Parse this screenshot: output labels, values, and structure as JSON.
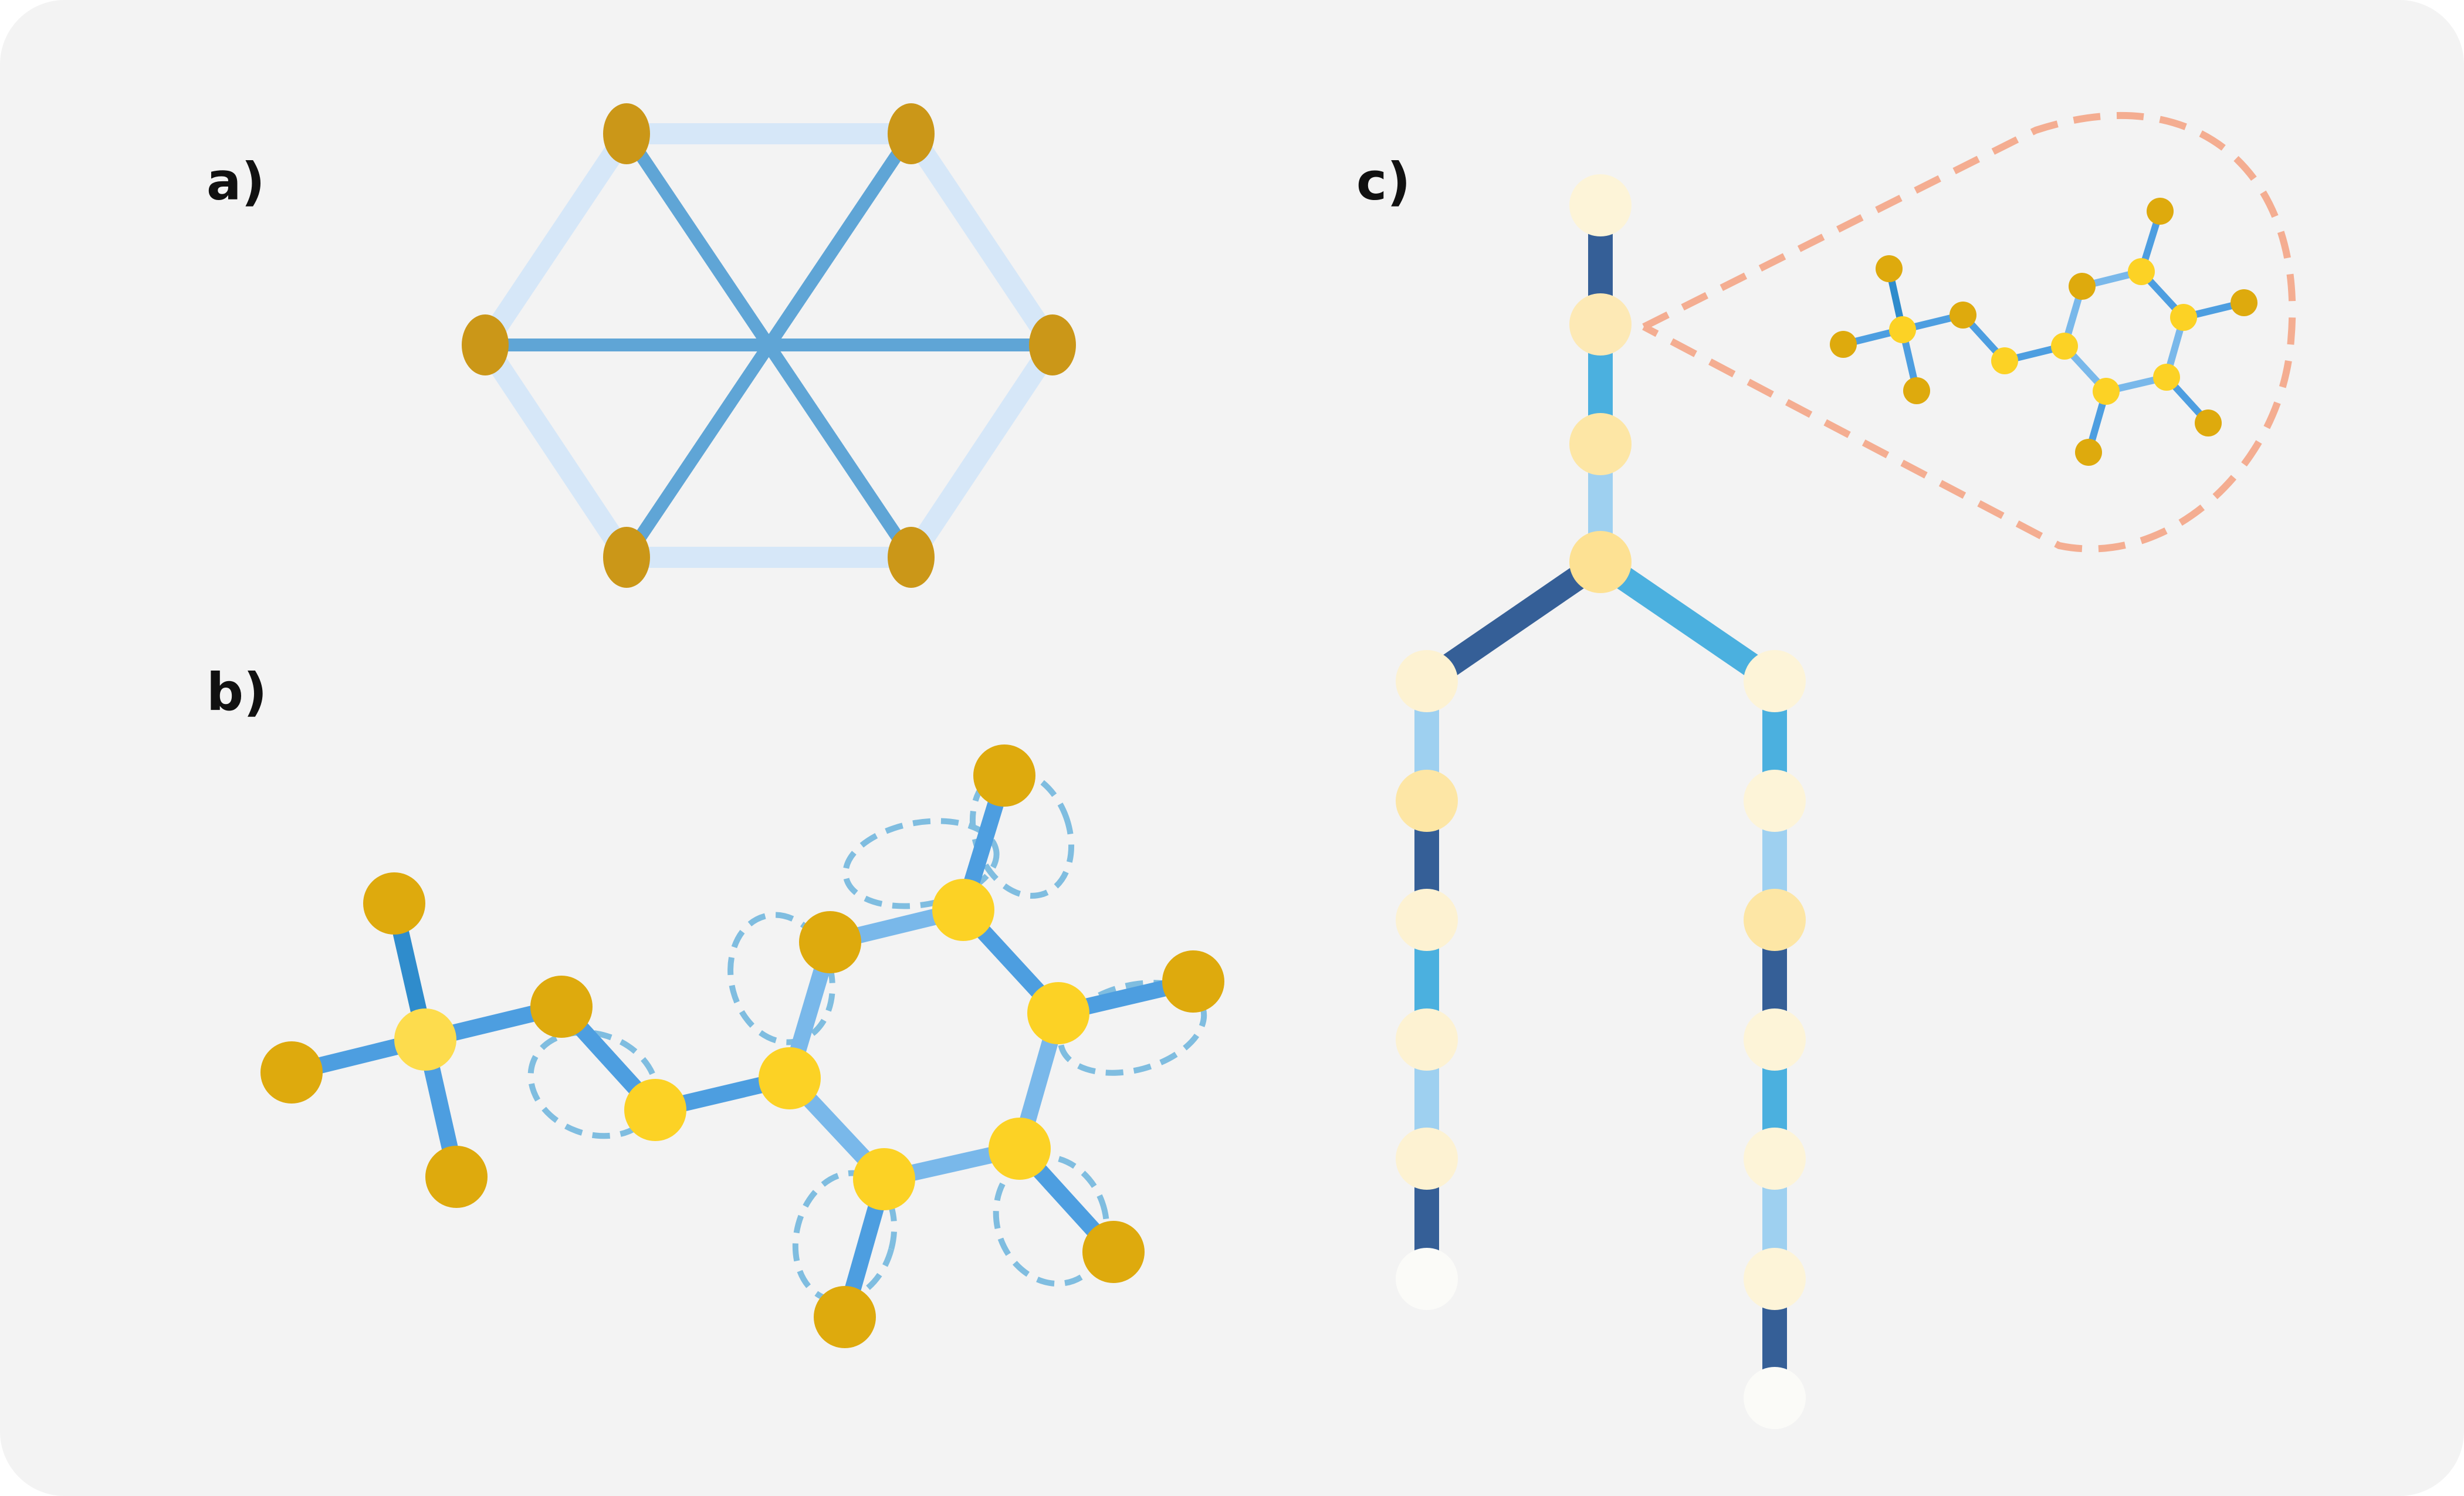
{
  "panels": {
    "a": {
      "label": "a)"
    },
    "b": {
      "label": "b)"
    },
    "c": {
      "label": "c)"
    }
  },
  "colors": {
    "background": "#f3f3f3",
    "a_outer_edge": "#d6e7f8",
    "a_inner_edge": "#5fa5d6",
    "a_node": "#cb9718",
    "b_bond": "#4d9ee0",
    "b_bond_light": "#79b8ea",
    "b_bond_dark": "#2f8ccc",
    "b_node_dark": "#deaa0d",
    "b_node_light": "#fcd225",
    "b_loop": "#7fbde0",
    "c_dark": "#355f97",
    "c_mid": "#4bb0df",
    "c_light": "#9ed0f0",
    "c_zoom": "#f4ad91",
    "c_node_pale": "#fdf4d8",
    "c_node_mid": "#fde6a5",
    "c_node_white": "#fbfbf8"
  }
}
